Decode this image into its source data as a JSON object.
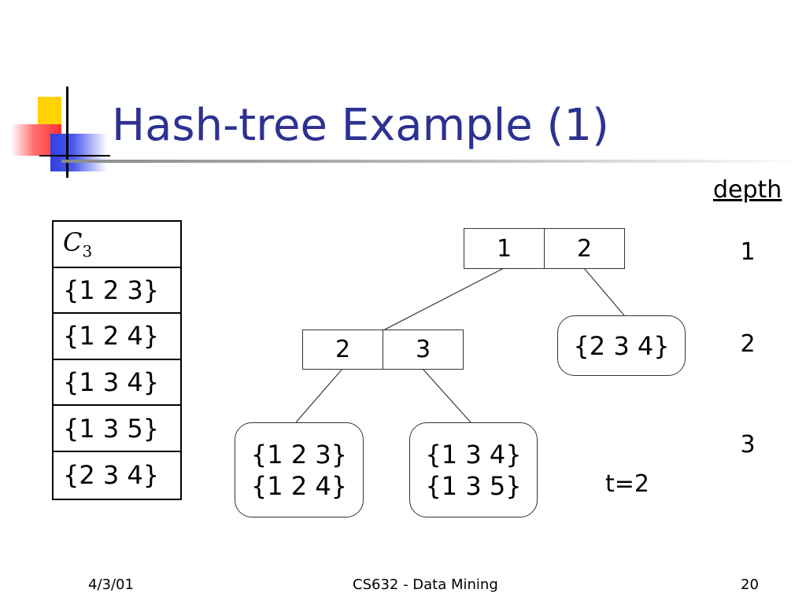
{
  "slide": {
    "title": "Hash-tree Example (1)",
    "depth_label": "depth",
    "depths": [
      "1",
      "2",
      "3"
    ]
  },
  "table": {
    "header": {
      "symbol": "C",
      "subscript": "3"
    },
    "rows": [
      "{1 2 3}",
      "{1 2 4}",
      "{1 3 4}",
      "{1 3 5}",
      "{2 3 4}"
    ]
  },
  "tree": {
    "root": {
      "cells": [
        "1",
        "2"
      ]
    },
    "inner": {
      "cells": [
        "2",
        "3"
      ]
    },
    "leaves": {
      "right_of_root": [
        "{2 3 4}"
      ],
      "left_of_inner": [
        "{1 2 3}",
        "{1 2 4}"
      ],
      "right_of_inner": [
        "{1 3 4}",
        "{1 3 5}"
      ]
    },
    "threshold_label": "t=2"
  },
  "footer": {
    "date": "4/3/01",
    "course": "CS632 - Data Mining",
    "page": "20"
  }
}
